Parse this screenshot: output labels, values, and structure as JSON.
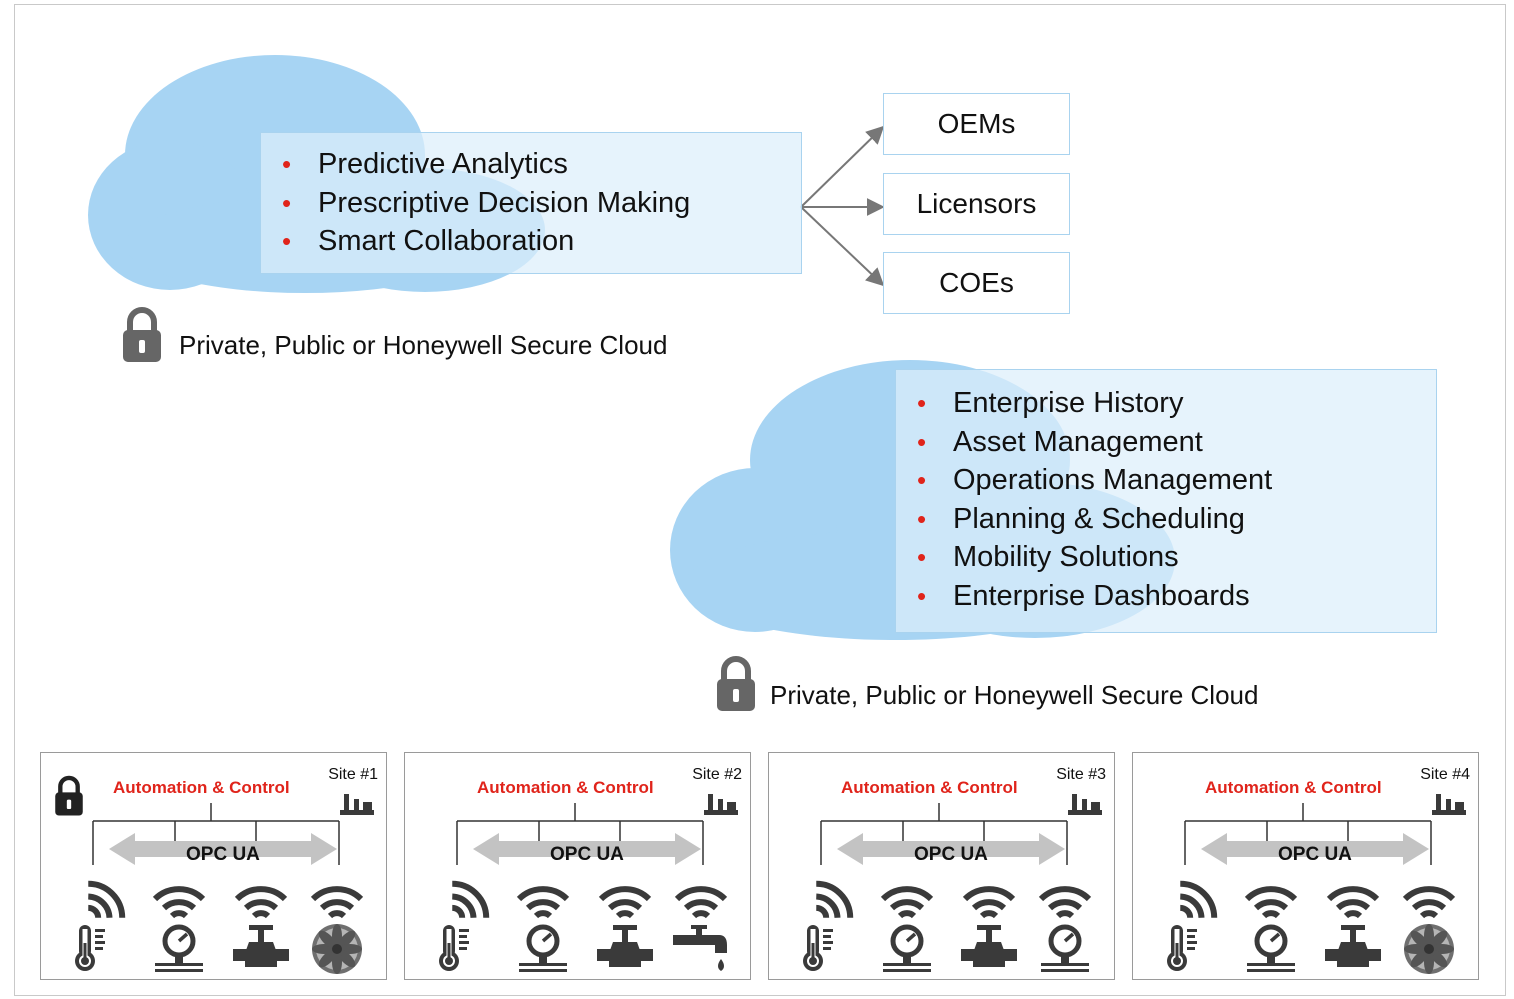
{
  "top_cloud": {
    "bullets": [
      "Predictive Analytics",
      "Prescriptive Decision Making",
      "Smart Collaboration"
    ],
    "caption": "Private, Public or Honeywell Secure Cloud"
  },
  "targets": [
    "OEMs",
    "Licensors",
    "COEs"
  ],
  "enterprise_cloud": {
    "bullets": [
      "Enterprise History",
      "Asset Management",
      "Operations Management",
      "Planning & Scheduling",
      "Mobility Solutions",
      "Enterprise Dashboards"
    ],
    "caption": "Private, Public or Honeywell Secure Cloud"
  },
  "sites": [
    {
      "title": "Automation & Control",
      "site_label": "Site #1",
      "bus_label": "OPC UA",
      "factory_icon": "factory-icon",
      "has_lock": true,
      "devices": [
        "thermometer-icon",
        "pressure-gauge-icon",
        "valve-icon",
        "fan-icon"
      ]
    },
    {
      "title": "Automation & Control",
      "site_label": "Site #2",
      "bus_label": "OPC UA",
      "factory_icon": "factory-icon",
      "has_lock": false,
      "devices": [
        "thermometer-icon",
        "pressure-gauge-icon",
        "valve-icon",
        "faucet-icon"
      ]
    },
    {
      "title": "Automation & Control",
      "site_label": "Site #3",
      "bus_label": "OPC UA",
      "factory_icon": "factory-icon",
      "has_lock": false,
      "devices": [
        "thermometer-icon",
        "pressure-gauge-icon",
        "valve-icon",
        "pressure-gauge-icon"
      ]
    },
    {
      "title": "Automation & Control",
      "site_label": "Site #4",
      "bus_label": "OPC UA",
      "factory_icon": "factory-icon",
      "has_lock": false,
      "devices": [
        "thermometer-icon",
        "pressure-gauge-icon",
        "valve-icon",
        "fan-icon"
      ]
    }
  ],
  "colors": {
    "cloud": "#a7d4f3",
    "box_border": "#a9d3ef",
    "bullet": "#e0241b",
    "title_red": "#e0241b",
    "icon_dark": "#3a3a3a",
    "lock": "#666666"
  }
}
